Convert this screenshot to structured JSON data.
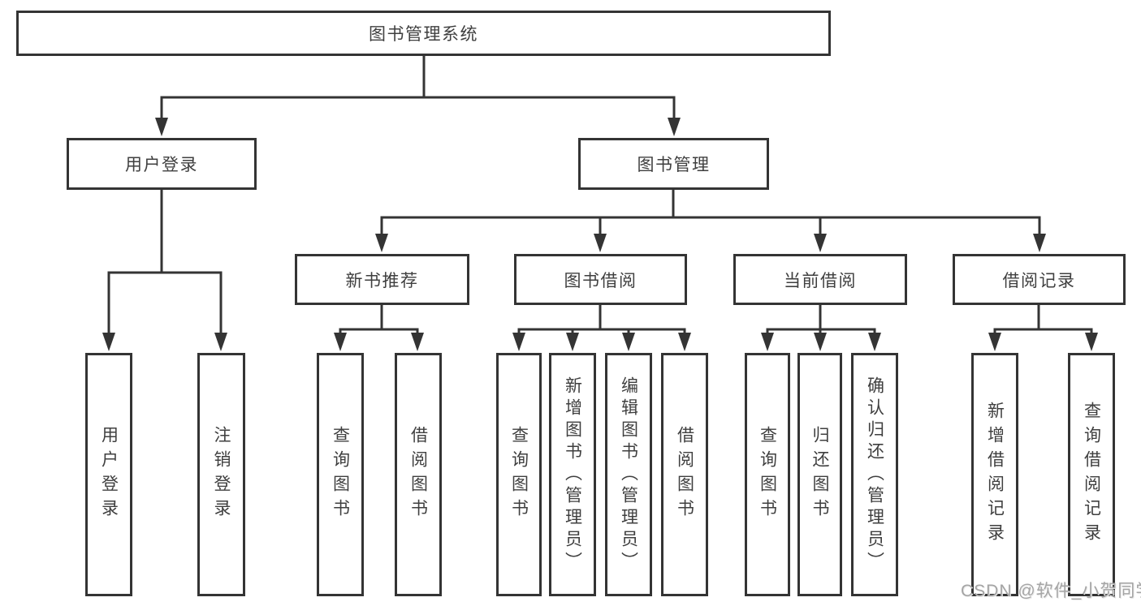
{
  "diagram_title": "图书管理系统",
  "watermark": "CSDN @软件_小贺同学",
  "colors": {
    "line": "#343434",
    "box_border": "#343434",
    "text": "#3f3f3f",
    "watermark": "#a5a5a5",
    "background": "#ffffff"
  },
  "nodes": {
    "root": {
      "label": "图书管理系统"
    },
    "level2": [
      {
        "label": "用户登录"
      },
      {
        "label": "图书管理"
      }
    ],
    "level3": [
      {
        "label": "新书推荐"
      },
      {
        "label": "图书借阅"
      },
      {
        "label": "当前借阅"
      },
      {
        "label": "借阅记录"
      }
    ],
    "leaves": {
      "user_login": [
        {
          "label": "用户登录"
        },
        {
          "label": "注销登录"
        }
      ],
      "new_books": [
        {
          "label": "查询图书"
        },
        {
          "label": "借阅图书"
        }
      ],
      "book_borrow": [
        {
          "label": "查询图书"
        },
        {
          "label": "新增图书（管理员）"
        },
        {
          "label": "编辑图书（管理员）"
        },
        {
          "label": "借阅图书"
        }
      ],
      "current_borrow": [
        {
          "label": "查询图书"
        },
        {
          "label": "归还图书"
        },
        {
          "label": "确认归还（管理员）"
        }
      ],
      "borrow_records": [
        {
          "label": "新增借阅记录"
        },
        {
          "label": "查询借阅记录"
        }
      ]
    }
  }
}
